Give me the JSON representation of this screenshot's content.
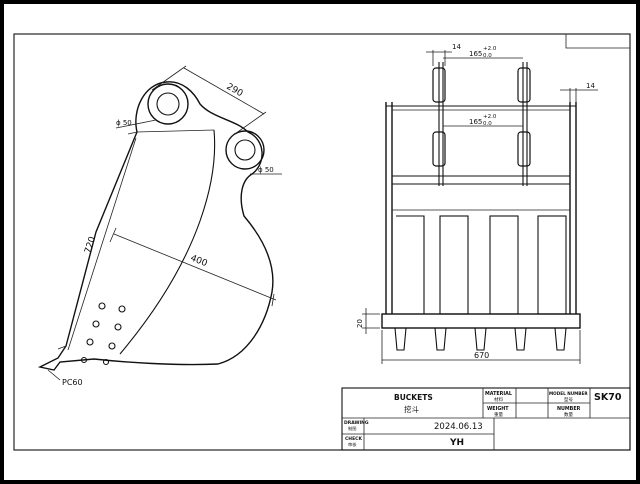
{
  "side_view": {
    "dim_290": "290",
    "dim_720": "720",
    "dim_400": "400",
    "dia_left": "ϕ 50",
    "dia_right": "ϕ 50",
    "tooth_label": "PC60"
  },
  "front_view": {
    "dim_14_top": "14",
    "dim_165_top": "165",
    "tol_top_upper": "+2.0",
    "tol_top_lower": "0.0",
    "dim_165_mid": "165",
    "tol_mid_upper": "+2.0",
    "tol_mid_lower": "0.0",
    "dim_14_right": "14",
    "dim_20": "20",
    "dim_670": "670"
  },
  "title_block": {
    "product_name": "BUCKETS",
    "product_name_cn": "挖斗",
    "material_label": "MATERIAL",
    "material_label_cn": "材料",
    "weight_label": "WEIGHT",
    "weight_label_cn": "重量",
    "model_number_label": "MODEL NUMBER",
    "model_number_label_cn": "型号",
    "number_label": "NUMBER",
    "number_label_cn": "数量",
    "model": "SK70",
    "drawing_label": "DRAWING",
    "drawing_label_cn": "制图",
    "check_label": "CHECK",
    "check_label_cn": "审核",
    "date": "2024.06.13",
    "author": "YH"
  }
}
